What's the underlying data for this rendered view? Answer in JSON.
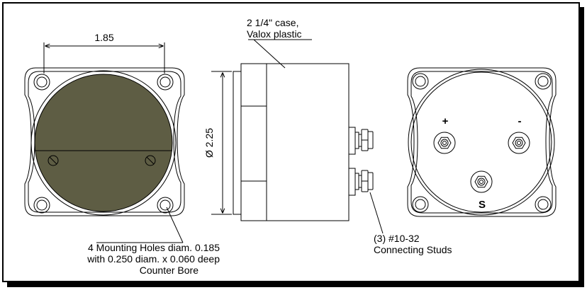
{
  "front_view": {
    "width_dim": "1.85"
  },
  "side_view": {
    "case_label_line1": "2 1/4\" case,",
    "case_label_line2": "Valox plastic",
    "diameter_dim": "Ø 2.25"
  },
  "rear_view": {
    "terminal_plus": "+",
    "terminal_minus": "-",
    "terminal_s": "S"
  },
  "notes": {
    "mounting_line1": "4 Mounting Holes diam. 0.185",
    "mounting_line2": "with 0.250 diam. x 0.060 deep",
    "mounting_line3": "Counter Bore",
    "studs_line1": "(3) #10-32",
    "studs_line2": "Connecting Studs"
  },
  "colors": {
    "dial_face": "#5e5d44",
    "page_border": "#000000",
    "shadow": "#000000"
  }
}
